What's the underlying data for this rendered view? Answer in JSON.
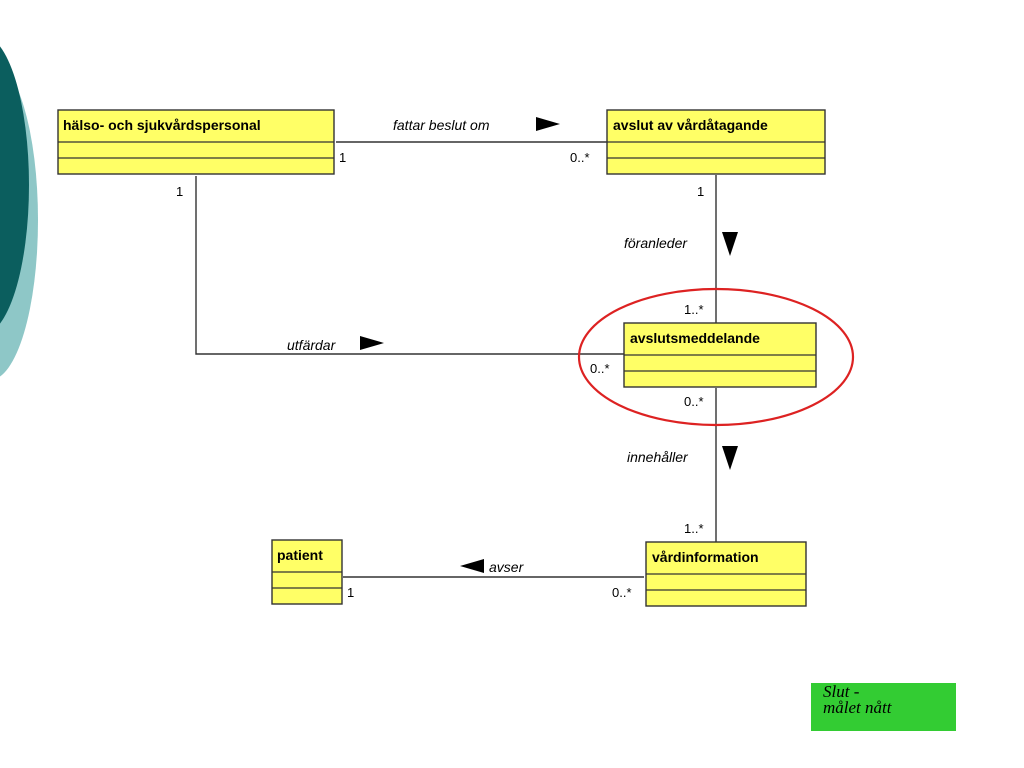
{
  "colors": {
    "class_fill": "#ffff66",
    "class_border": "#333333",
    "line": "#333333",
    "highlight": "#dd2222",
    "note_fill": "#33cc33",
    "side_dark": "#0b5e5e",
    "side_light": "#8ec7c7"
  },
  "classes": {
    "personal": "hälso- och sjukvårdspersonal",
    "avslut_vard": "avslut av vårdåtagande",
    "avslutsmeddelande": "avslutsmeddelande",
    "vardinformation": "vårdinformation",
    "patient": "patient"
  },
  "associations": {
    "fattar": {
      "label": "fattar beslut om",
      "mult_source": "1",
      "mult_target": "0..*",
      "arrow": "right"
    },
    "foranleder": {
      "label": "föranleder",
      "mult_source": "1",
      "mult_target": "1..*",
      "arrow": "down"
    },
    "utfardar": {
      "label": "utfärdar",
      "mult_source": "1",
      "mult_target": "0..*",
      "arrow": "right"
    },
    "innehaller": {
      "label": "innehåller",
      "mult_source": "0..*",
      "mult_target": "1..*",
      "arrow": "down"
    },
    "avser": {
      "label": "avser",
      "mult_source": "0..*",
      "mult_target": "1",
      "arrow": "left"
    }
  },
  "note": {
    "line1": "Slut -",
    "line2": "målet nått"
  }
}
